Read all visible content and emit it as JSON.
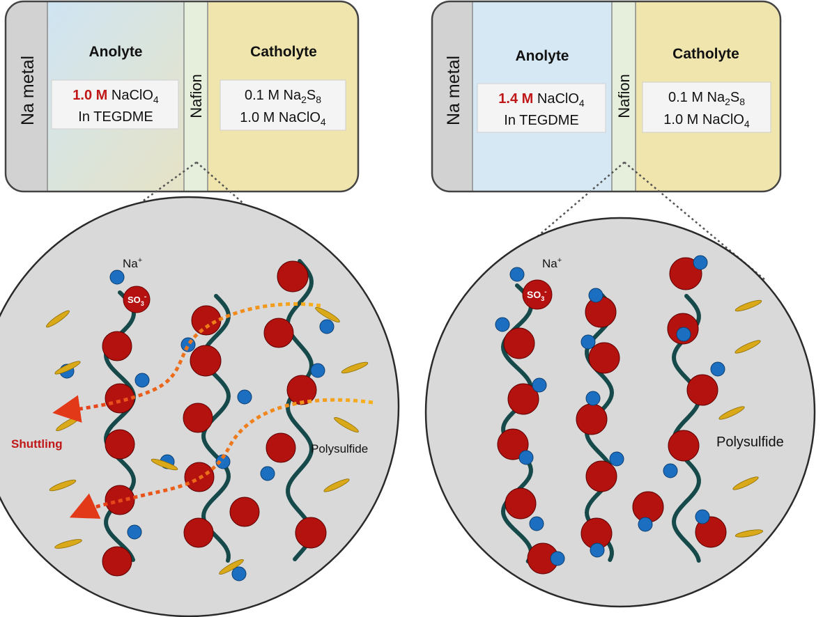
{
  "panels": [
    {
      "id": "left",
      "cell": {
        "anode_label": "Na metal",
        "membrane_label": "Nafion",
        "anolyte": {
          "title": "Anolyte",
          "conc_bold": "1.0 M",
          "salt": "NaClO",
          "salt_sub": "4",
          "solvent": "In TEGDME"
        },
        "catholyte": {
          "title": "Catholyte",
          "line1_a": "0.1 M Na",
          "line1_sub1": "2",
          "line1_b": "S",
          "line1_sub2": "8",
          "line2_a": "1.0 M NaClO",
          "line2_sub": "4"
        }
      },
      "zoom": {
        "na_label": "Na",
        "na_charge": "+",
        "so3_label": "SO",
        "so3_sub": "3",
        "so3_charge": "-",
        "polysulfide_label": "Polysulfide",
        "shuttling_label": "Shuttling"
      }
    },
    {
      "id": "right",
      "cell": {
        "anode_label": "Na metal",
        "membrane_label": "Nafion",
        "anolyte": {
          "title": "Anolyte",
          "conc_bold": "1.4 M",
          "salt": "NaClO",
          "salt_sub": "4",
          "solvent": "In TEGDME"
        },
        "catholyte": {
          "title": "Catholyte",
          "line1_a": "0.1 M Na",
          "line1_sub1": "2",
          "line1_b": "S",
          "line1_sub2": "8",
          "line2_a": "1.0 M NaClO",
          "line2_sub": "4"
        }
      },
      "zoom": {
        "na_label": "Na",
        "na_charge": "+",
        "so3_label": "SO",
        "so3_sub": "3",
        "so3_charge": "-",
        "polysulfide_label": "Polysulfide"
      }
    }
  ],
  "colors": {
    "accent_red": "#c01818",
    "sulfonate_red": "#b51111",
    "sodium_blue": "#1c6fc0",
    "polysulfide_gold": "#d9a91a",
    "chain": "#15494a",
    "shuttle_arrow": "#f08a1c",
    "circle_fill": "#d9d9d9"
  }
}
